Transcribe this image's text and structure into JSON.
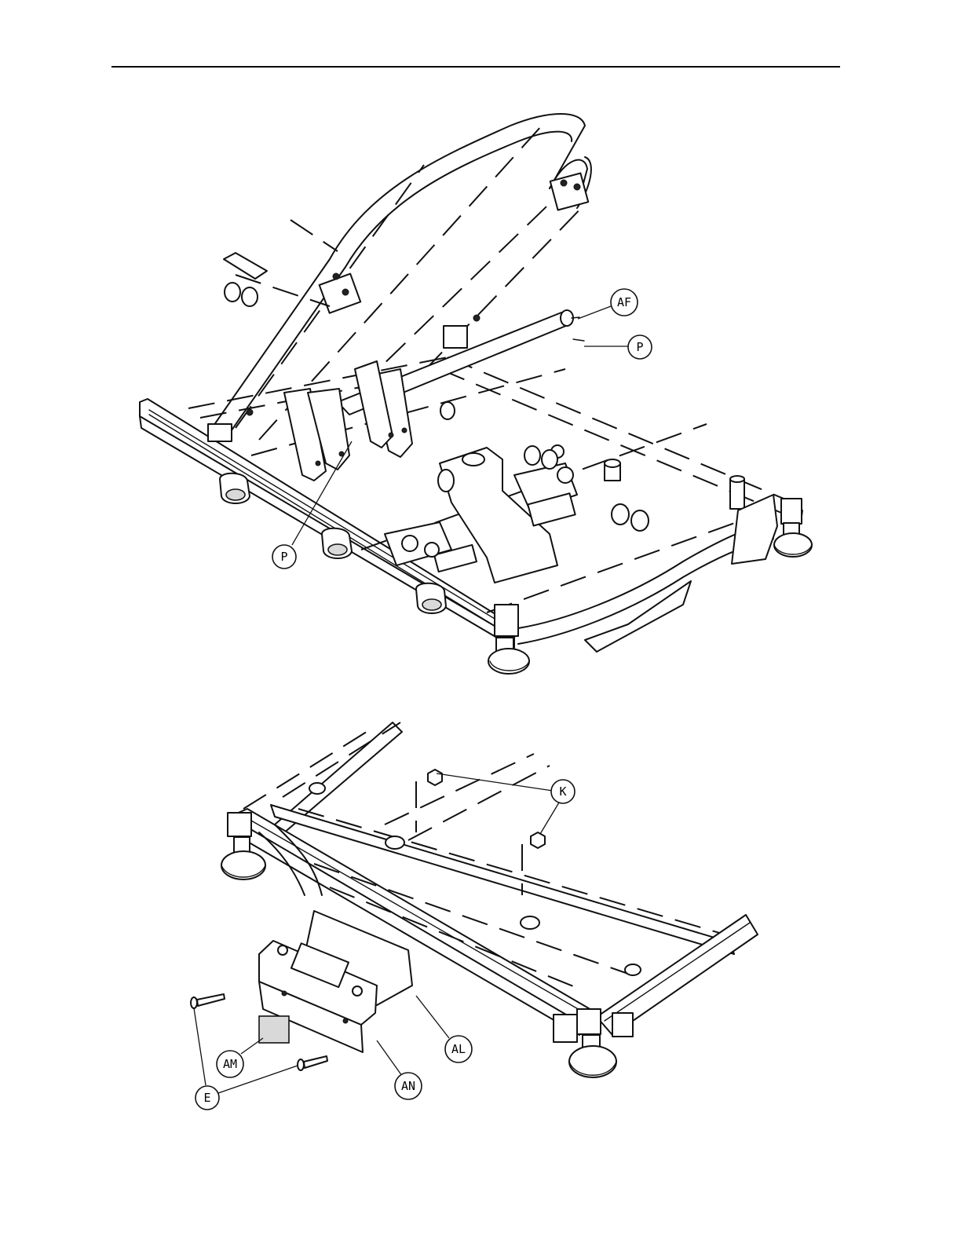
{
  "header": {
    "rule_color": "#000000"
  },
  "diagram_top": {
    "callouts": [
      {
        "id": "af",
        "label": "AF"
      },
      {
        "id": "p1",
        "label": "P"
      },
      {
        "id": "p2",
        "label": "P"
      }
    ]
  },
  "diagram_bottom": {
    "callouts": [
      {
        "id": "k",
        "label": "K"
      },
      {
        "id": "al",
        "label": "AL"
      },
      {
        "id": "am",
        "label": "AM"
      },
      {
        "id": "an",
        "label": "AN"
      },
      {
        "id": "e",
        "label": "E"
      }
    ]
  },
  "colors": {
    "line": "#111111",
    "shade": "#d9d9d9",
    "paper": "#ffffff"
  }
}
